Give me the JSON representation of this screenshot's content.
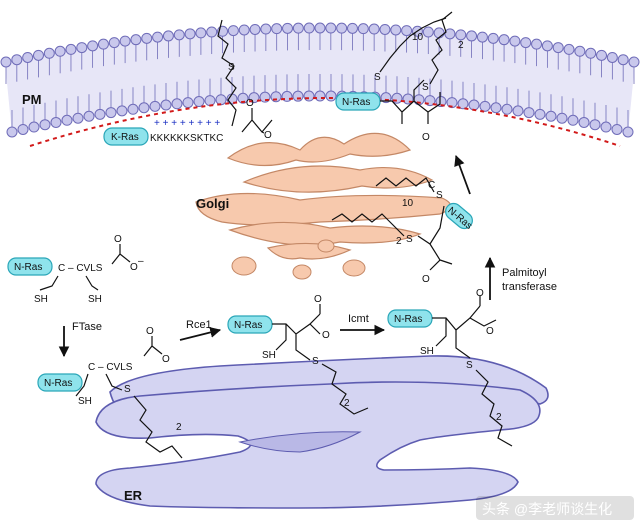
{
  "compartments": {
    "pm": "PM",
    "golgi": "Golgi",
    "er": "ER"
  },
  "proteins": {
    "k_ras": "K-Ras",
    "n_ras": "N-Ras"
  },
  "kras_sequence": "KKKKKKSKTKC",
  "polybasic_charges": "+ + + + + + + +",
  "enzymes": {
    "ftase": "FTase",
    "rce1": "Rce1",
    "icmt": "Icmt",
    "palmitoyl_1": "Palmitoyl",
    "palmitoyl_2": "transferase"
  },
  "chem": {
    "cvls_1": "C – CVLS",
    "cvls_2": "C – CVLS",
    "sh": "SH",
    "s": "S",
    "c": "C",
    "o": "O",
    "o_minus": "O",
    "minus": "–",
    "n10_a": "10",
    "n10_b": "10",
    "n2": "2"
  },
  "watermark": "头条 @李老师谈生化",
  "colors": {
    "membrane": "#c9c8ec",
    "membrane_line": "#6f6cb8",
    "er_fill": "#d4d4f2",
    "er_line": "#5d5cb0",
    "golgi_fill": "#f7c9ad",
    "golgi_line": "#c48866",
    "ras_fill": "#8fe3ec",
    "ras_line": "#2aa6b8",
    "charge": "#1a2fc2",
    "dash": "#d21a1a"
  }
}
